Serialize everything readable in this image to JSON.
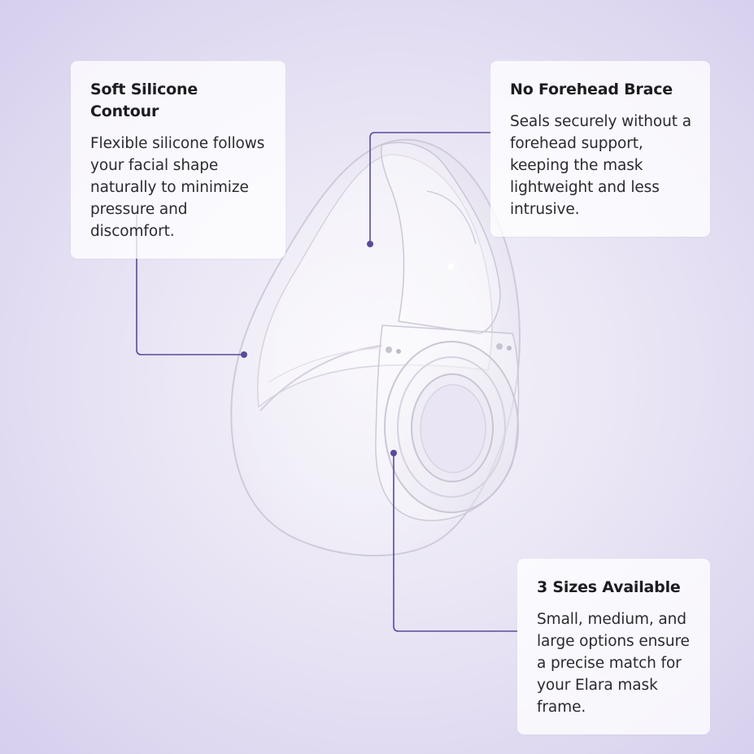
{
  "features": [
    {
      "title": "Soft Silicone Contour",
      "body": "Flexible silicone follows your facial shape naturally to minimize pressure and discomfort."
    },
    {
      "title": "No Forehead Brace",
      "body": "Seals securely without a forehead support, keeping the mask lightweight and less intrusive."
    },
    {
      "title": "3 Sizes Available",
      "body": "Small, medium, and large options ensure a precise match for your Elara mask frame."
    }
  ],
  "colors": {
    "background": "#e3def3",
    "card": "#ffffff",
    "accent_line": "#5a4a9c",
    "text": "#1f1f24"
  }
}
